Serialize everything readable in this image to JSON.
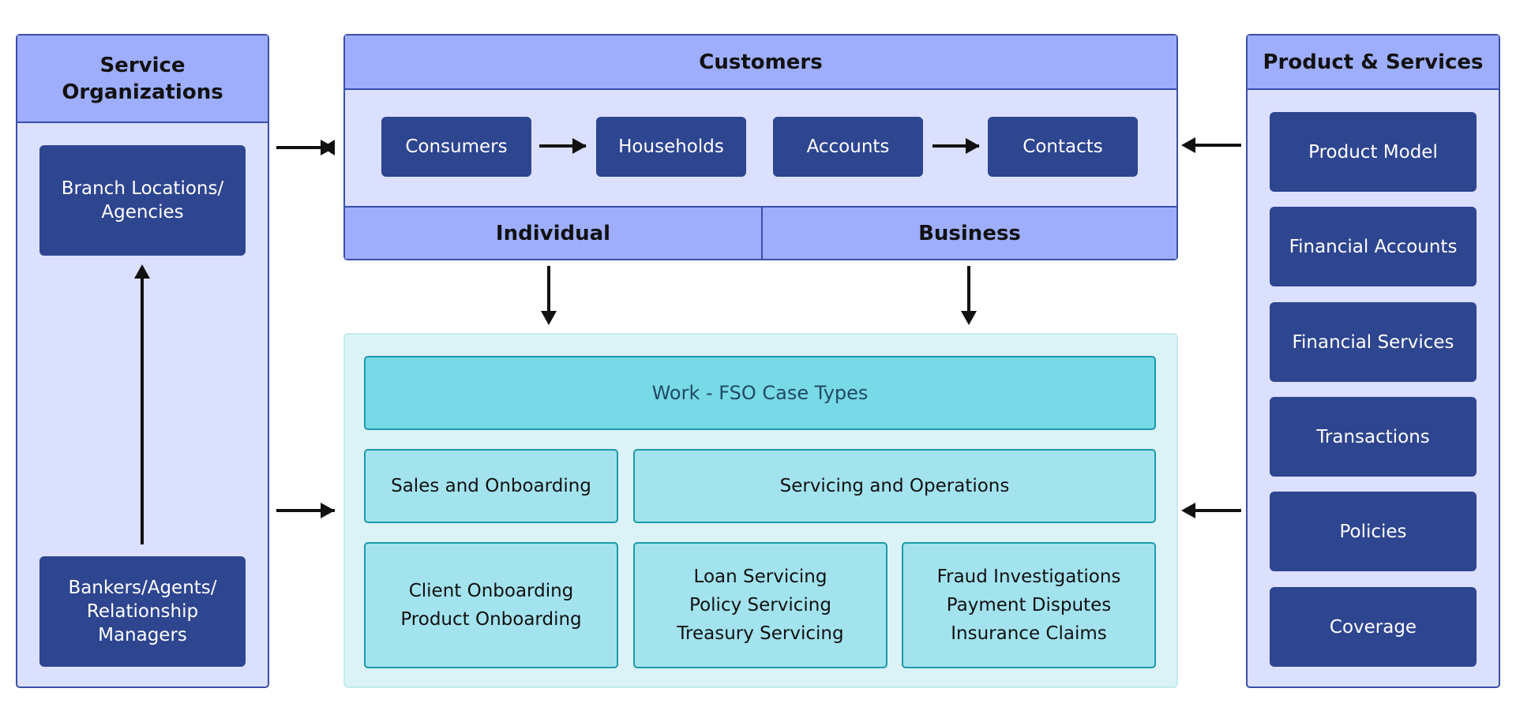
{
  "service_orgs": {
    "title": "Service Organizations",
    "branch": "Branch Locations/ Agencies",
    "bankers": "Bankers/Agents/ Relationship Managers"
  },
  "customers": {
    "title": "Customers",
    "consumers": "Consumers",
    "households": "Households",
    "accounts": "Accounts",
    "contacts": "Contacts",
    "individual": "Individual",
    "business": "Business"
  },
  "products": {
    "title": "Product & Services",
    "items": [
      "Product Model",
      "Financial Accounts",
      "Financial Services",
      "Transactions",
      "Policies",
      "Coverage"
    ]
  },
  "work": {
    "title": "Work - FSO Case Types",
    "sales": "Sales and Onboarding",
    "servicing": "Servicing and Operations",
    "onboarding_list": "Client Onboarding\nProduct Onboarding",
    "servicing_list": "Loan Servicing\nPolicy Servicing\nTreasury Servicing",
    "fraud_list": "Fraud Investigations\nPayment Disputes\nInsurance Claims"
  },
  "colors": {
    "header_fill": "#9eaefd",
    "panel_fill": "#dce0ff",
    "navy": "#2e4590",
    "teal_dark": "#78d9e7",
    "teal_light": "#a2e3ee"
  }
}
